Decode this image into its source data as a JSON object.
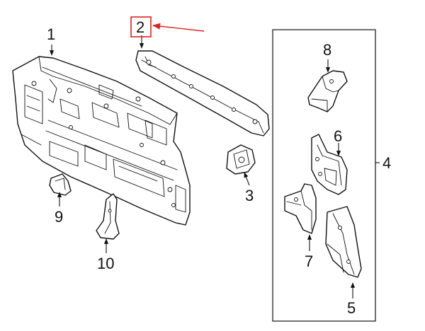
{
  "diagram": {
    "callouts": [
      {
        "id": "1",
        "label": "1"
      },
      {
        "id": "2",
        "label": "2",
        "highlighted": true
      },
      {
        "id": "3",
        "label": "3"
      },
      {
        "id": "4",
        "label": "4"
      },
      {
        "id": "5",
        "label": "5"
      },
      {
        "id": "6",
        "label": "6"
      },
      {
        "id": "7",
        "label": "7"
      },
      {
        "id": "8",
        "label": "8"
      },
      {
        "id": "9",
        "label": "9"
      },
      {
        "id": "10",
        "label": "10"
      }
    ],
    "colors": {
      "highlight": "#e02020",
      "line": "#111111",
      "background": "#ffffff"
    }
  }
}
